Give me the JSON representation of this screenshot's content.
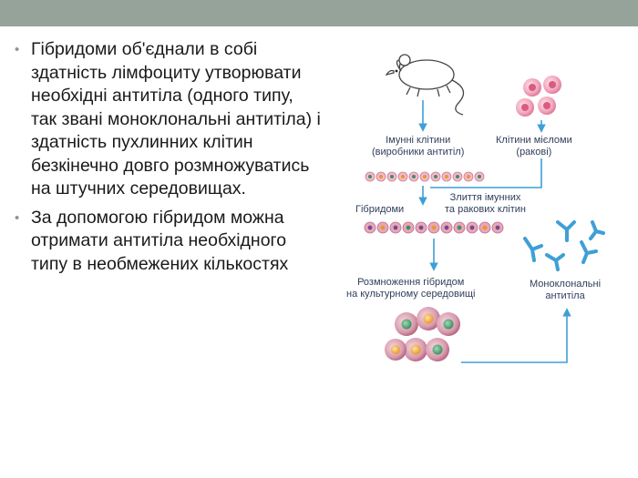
{
  "slide": {
    "bullets": [
      "Гібридоми об'єднали в собі здатність лімфоциту утворювати необхідні антитіла (одного типу, так звані моноклональні антитіла) і здатність пухлинних клітин безкінечно довго розмножуватись на штучних середовищах.",
      "За допомогою гібридом можна отримати антитіла необхідного типу в необмежених кількостях"
    ],
    "bullet_marker": "•"
  },
  "diagram": {
    "immune_cells": "Імунні клітини",
    "immune_cells_sub": "(виробники антитіл)",
    "myeloma_cells": "Клітини мієломи",
    "myeloma_cells_sub": "(ракові)",
    "hybridomas": "Гібридоми",
    "fusion": "Злиття імунних",
    "fusion_sub": "та ракових клітин",
    "reproduction": "Розмноження гібридом",
    "reproduction_sub": "на культурному середовищі",
    "monoclonal": "Моноклональні",
    "monoclonal_sub": "антитіла"
  },
  "colors": {
    "topbar": "#95a39a",
    "arrow": "#3f9fd6",
    "label": "#2f3e5c"
  }
}
